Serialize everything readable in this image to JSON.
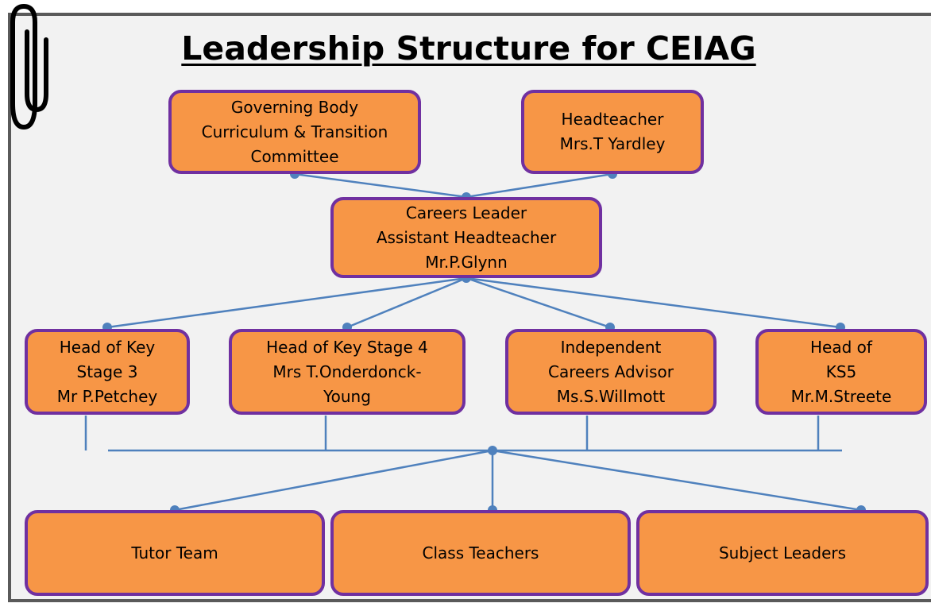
{
  "title": "Leadership Structure for CEIAG",
  "colors": {
    "box_fill": "#f79646",
    "box_border": "#7030a0",
    "connector": "#4f81bd",
    "background": "#f2f2f2",
    "frame_border": "#5a5a5a"
  },
  "icons": {
    "corner": "paperclip-icon"
  },
  "nodes": {
    "governing_body": "Governing Body\nCurriculum & Transition\nCommittee",
    "headteacher": "Headteacher\nMrs.T  Yardley",
    "careers_leader": "Careers Leader\nAssistant Headteacher\nMr.P.Glynn",
    "head_ks3": "Head of Key\nStage 3\nMr P.Petchey",
    "head_ks4": "Head of Key Stage 4\nMrs T.Onderdonck-\nYoung",
    "careers_advisor": "Independent\nCareers Advisor\nMs.S.Willmott",
    "head_ks5": "Head of\nKS5\nMr.M.Streete",
    "tutor_team": "Tutor Team",
    "class_teachers": "Class Teachers",
    "subject_leaders": "Subject Leaders"
  }
}
